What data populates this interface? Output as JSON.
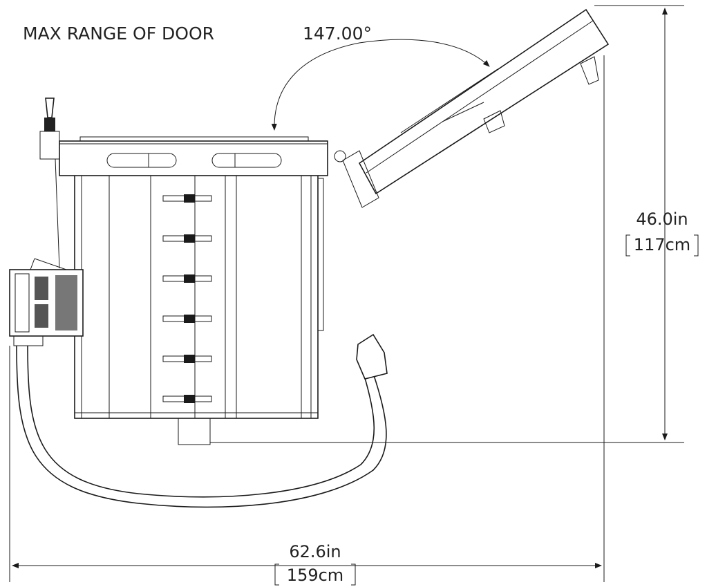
{
  "title": "MAX RANGE OF DOOR",
  "door_angle": "147.00°",
  "height_dimension": {
    "imperial": "46.0in",
    "metric": "117cm"
  },
  "width_dimension": {
    "imperial": "62.6in",
    "metric": "159cm"
  }
}
